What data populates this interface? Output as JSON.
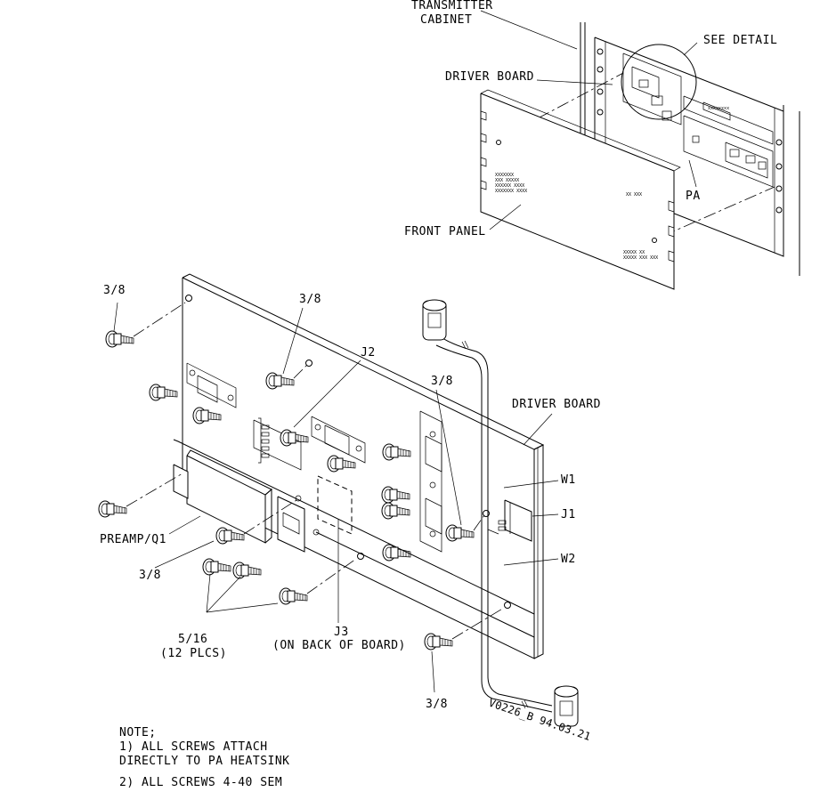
{
  "labels": {
    "transmitter_cabinet_1": "TRANSMITTER",
    "transmitter_cabinet_2": "CABINET",
    "see_detail": "SEE DETAIL",
    "driver_board_top": "DRIVER BOARD",
    "pa": "PA",
    "front_panel": "FRONT PANEL",
    "screw_38_a": "3/8",
    "screw_38_b": "3/8",
    "screw_38_c": "3/8",
    "screw_38_d": "3/8",
    "screw_38_e": "3/8",
    "j2": "J2",
    "driver_board_main": "DRIVER BOARD",
    "w1": "W1",
    "j1": "J1",
    "w2": "W2",
    "preamp": "PREAMP/Q1",
    "screw_516": "5/16",
    "screw_516_qty": "(12 PLCS)",
    "j3": "J3",
    "j3_note": "(ON BACK OF BOARD)",
    "drawing_id": "V0226_B 94.03.21"
  },
  "notes": {
    "heading": "NOTE;",
    "line1": "1)  ALL SCREWS ATTACH",
    "line2": "DIRECTLY TO PA HEATSINK",
    "line3": "2) ALL SCREWS 4-40 SEM"
  }
}
